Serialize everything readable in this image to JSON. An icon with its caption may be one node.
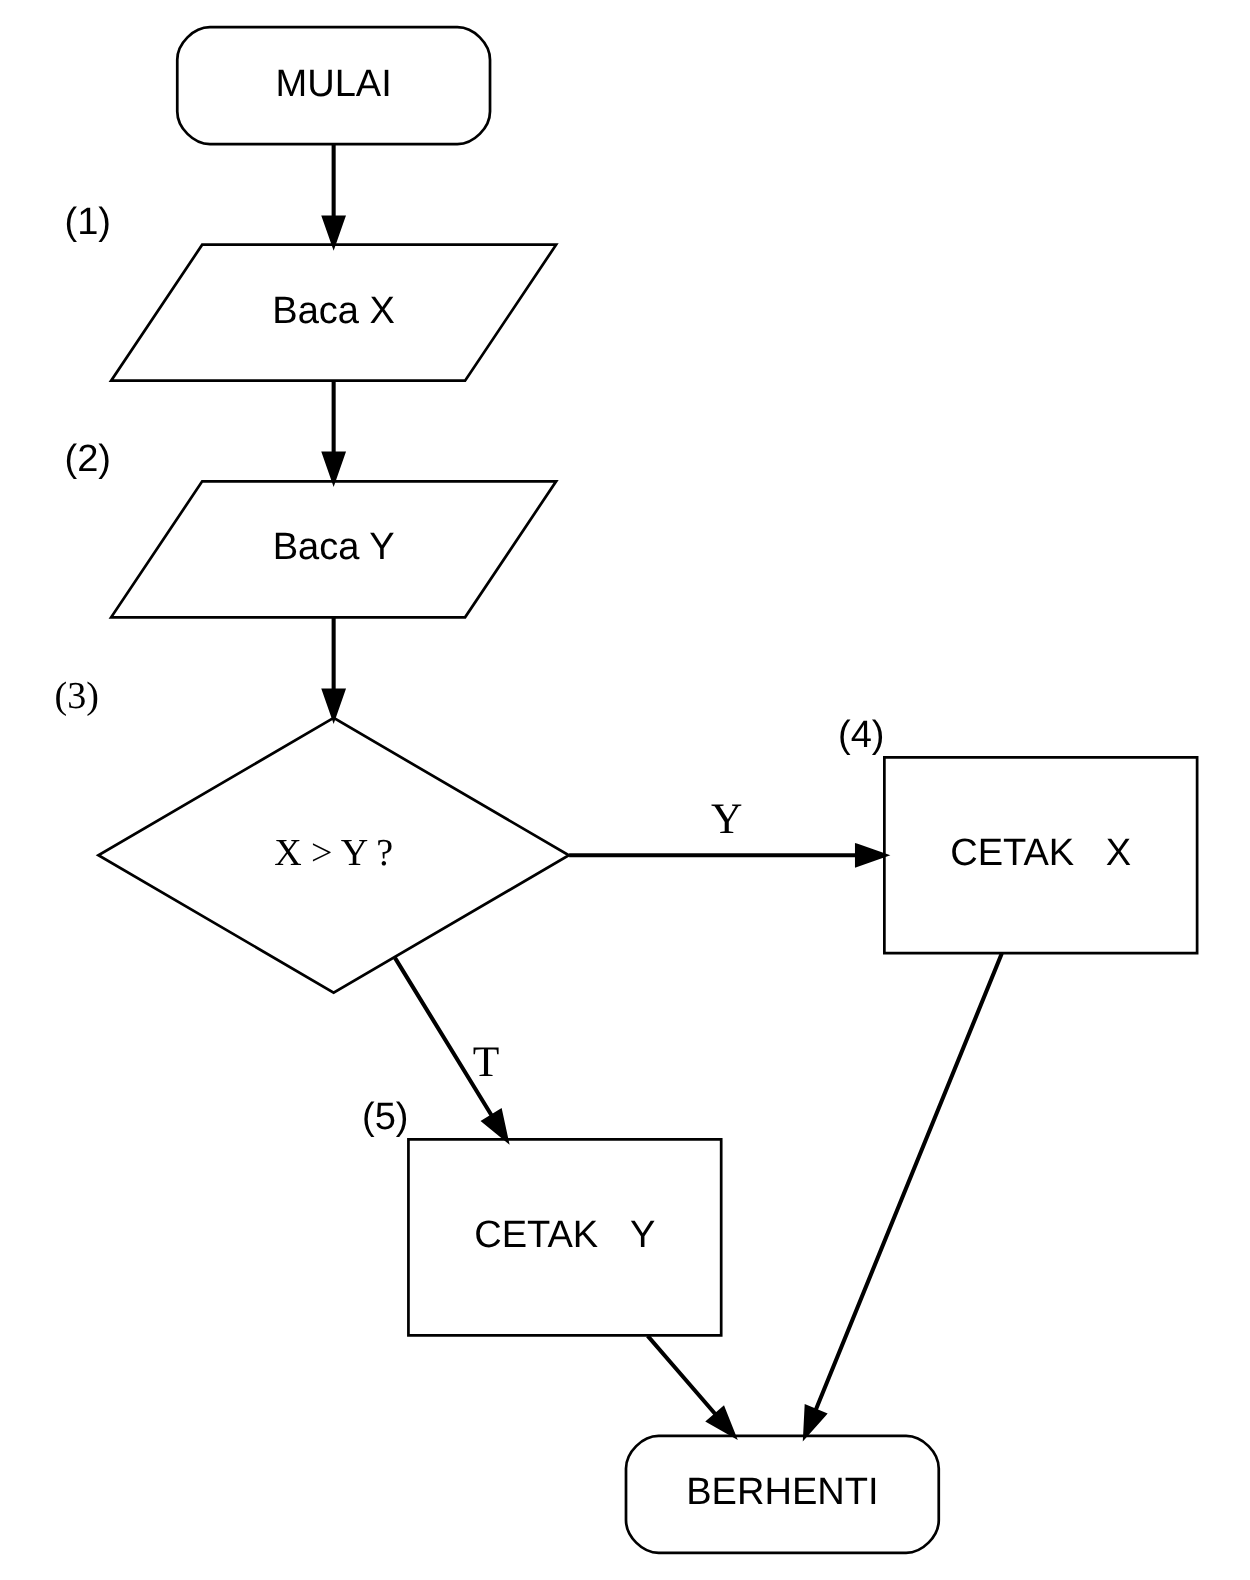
{
  "diagram": {
    "nodes": [
      {
        "text": [
          "MULAI"
        ]
      },
      {
        "text": [
          "Baca X"
        ],
        "beside": [
          "(1)"
        ]
      },
      {
        "text": [
          "Baca Y"
        ],
        "beside": [
          "(2)"
        ]
      },
      {
        "text": [
          "X > Y ?"
        ],
        "beside": [
          "(3)"
        ]
      },
      {
        "text": [
          "CETAK   X"
        ],
        "beside": [
          "(4)"
        ]
      },
      {
        "text": [
          "CETAK   Y"
        ],
        "beside": [
          "(5)"
        ]
      },
      {
        "text": [
          "BERHENTI"
        ]
      }
    ],
    "edges": [
      {
        "from": 0,
        "to": 1,
        "arrow": "to"
      },
      {
        "from": 1,
        "to": 2,
        "arrow": "to"
      },
      {
        "from": 2,
        "to": 3,
        "arrow": "to"
      },
      {
        "from": 3,
        "to": 4,
        "label": "Y",
        "arrow": "to"
      },
      {
        "from": 3,
        "to": 5,
        "label": "T",
        "arrow": "to"
      },
      {
        "from": 5,
        "to": 6,
        "arrow": "to"
      },
      {
        "from": 4,
        "to": 6,
        "arrow": "to"
      }
    ]
  }
}
